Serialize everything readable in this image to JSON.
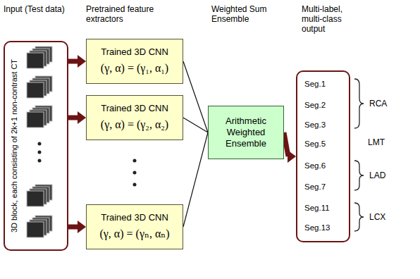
{
  "diagram": {
    "nodes": [
      {
        "text": [
          "3D block, each consisting of 2k+1 non-contrast CT"
        ]
      },
      {
        "text": [
          "Trained 3D CNN",
          "(γ, α) = (γ₁, α₁)"
        ]
      },
      {
        "text": [
          "Trained 3D CNN",
          "(γ, α) = (γ₂, α₂)"
        ]
      },
      {
        "text": [
          "Trained 3D CNN",
          "(γ, α) = (γₙ, αₙ)"
        ]
      },
      {
        "text": [
          "Arithmetic Weighted Ensemble"
        ]
      },
      {
        "text": [
          "Seg.1",
          "Seg.2",
          "Seg.3",
          "Seg.5",
          "Seg.6",
          "Seg.7",
          "Seg.11",
          "Seg.13"
        ]
      }
    ],
    "edges": [
      {
        "from": 0,
        "to": 1,
        "arrow": "to"
      },
      {
        "from": 0,
        "to": 2,
        "arrow": "to"
      },
      {
        "from": 0,
        "to": 3,
        "arrow": "to"
      },
      {
        "from": 1,
        "to": 4,
        "arrow": "none"
      },
      {
        "from": 2,
        "to": 4,
        "arrow": "none"
      },
      {
        "from": 3,
        "to": 4,
        "arrow": "none"
      },
      {
        "from": 4,
        "to": 5,
        "arrow": "to"
      }
    ],
    "labels": [
      "Input (Test data)",
      "Pretrained feature extractors",
      "Weighted Sum Ensemble",
      "Multi-label, multi-class output",
      "RCA",
      "LMT",
      "LAD",
      "LCX"
    ]
  }
}
